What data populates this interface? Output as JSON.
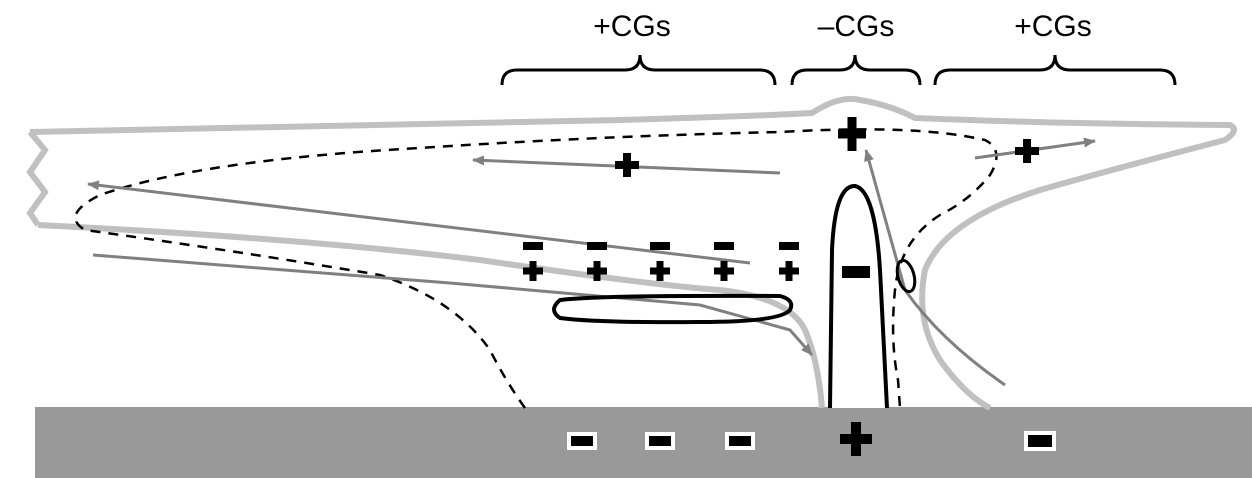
{
  "labels": {
    "left": "+CGs",
    "middle": "–CGs",
    "right": "+CGs"
  },
  "colors": {
    "ground": "#999999",
    "cloud_outline": "#c0c0c0",
    "flow_arrow": "#808080",
    "charge": "#000000",
    "dashed_region": "#000000",
    "background": "#ffffff"
  },
  "icons": {
    "positive_charge": "plus-sign",
    "negative_charge": "minus-sign",
    "flow": "arrow"
  }
}
